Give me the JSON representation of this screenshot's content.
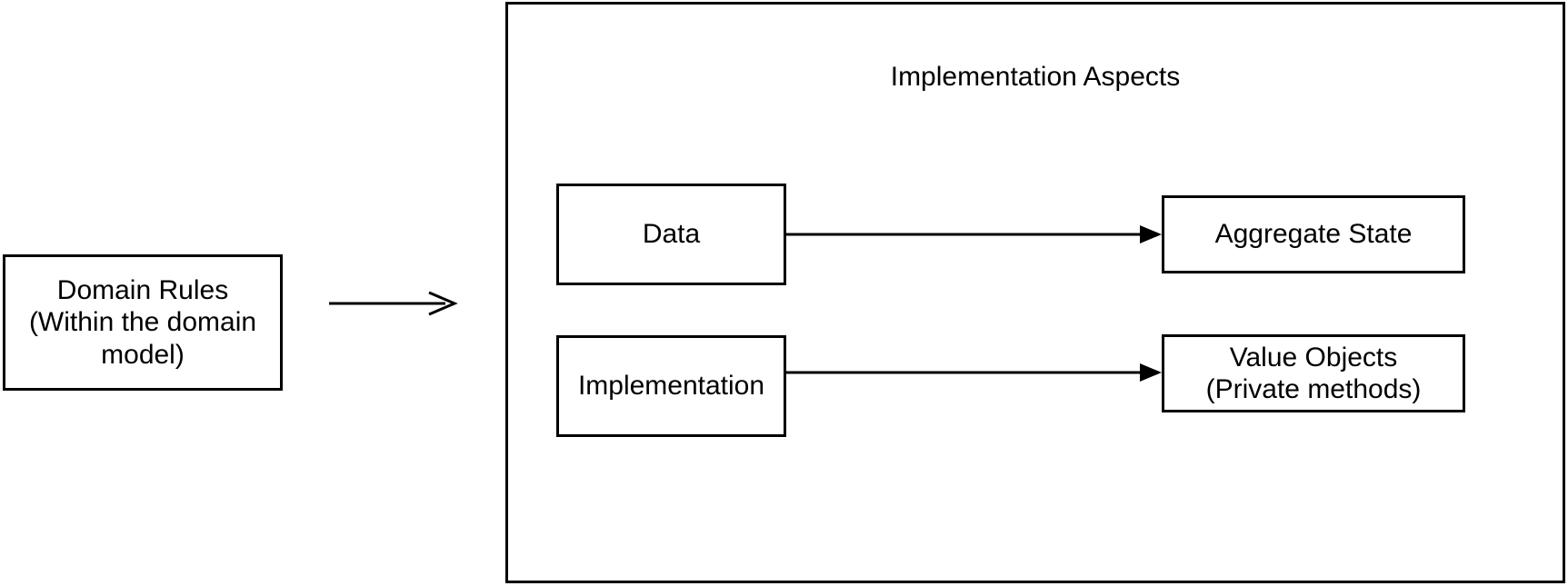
{
  "domain_rules": {
    "lines": [
      "Domain Rules",
      "(Within the domain",
      "model)"
    ]
  },
  "implementation_aspects": {
    "title": "Implementation Aspects",
    "data_label": "Data",
    "implementation_label": "Implementation",
    "aggregate_state_label": "Aggregate State",
    "value_objects_lines": [
      "Value Objects",
      "(Private methods)"
    ]
  },
  "colors": {
    "stroke": "#000000",
    "background": "#ffffff"
  }
}
